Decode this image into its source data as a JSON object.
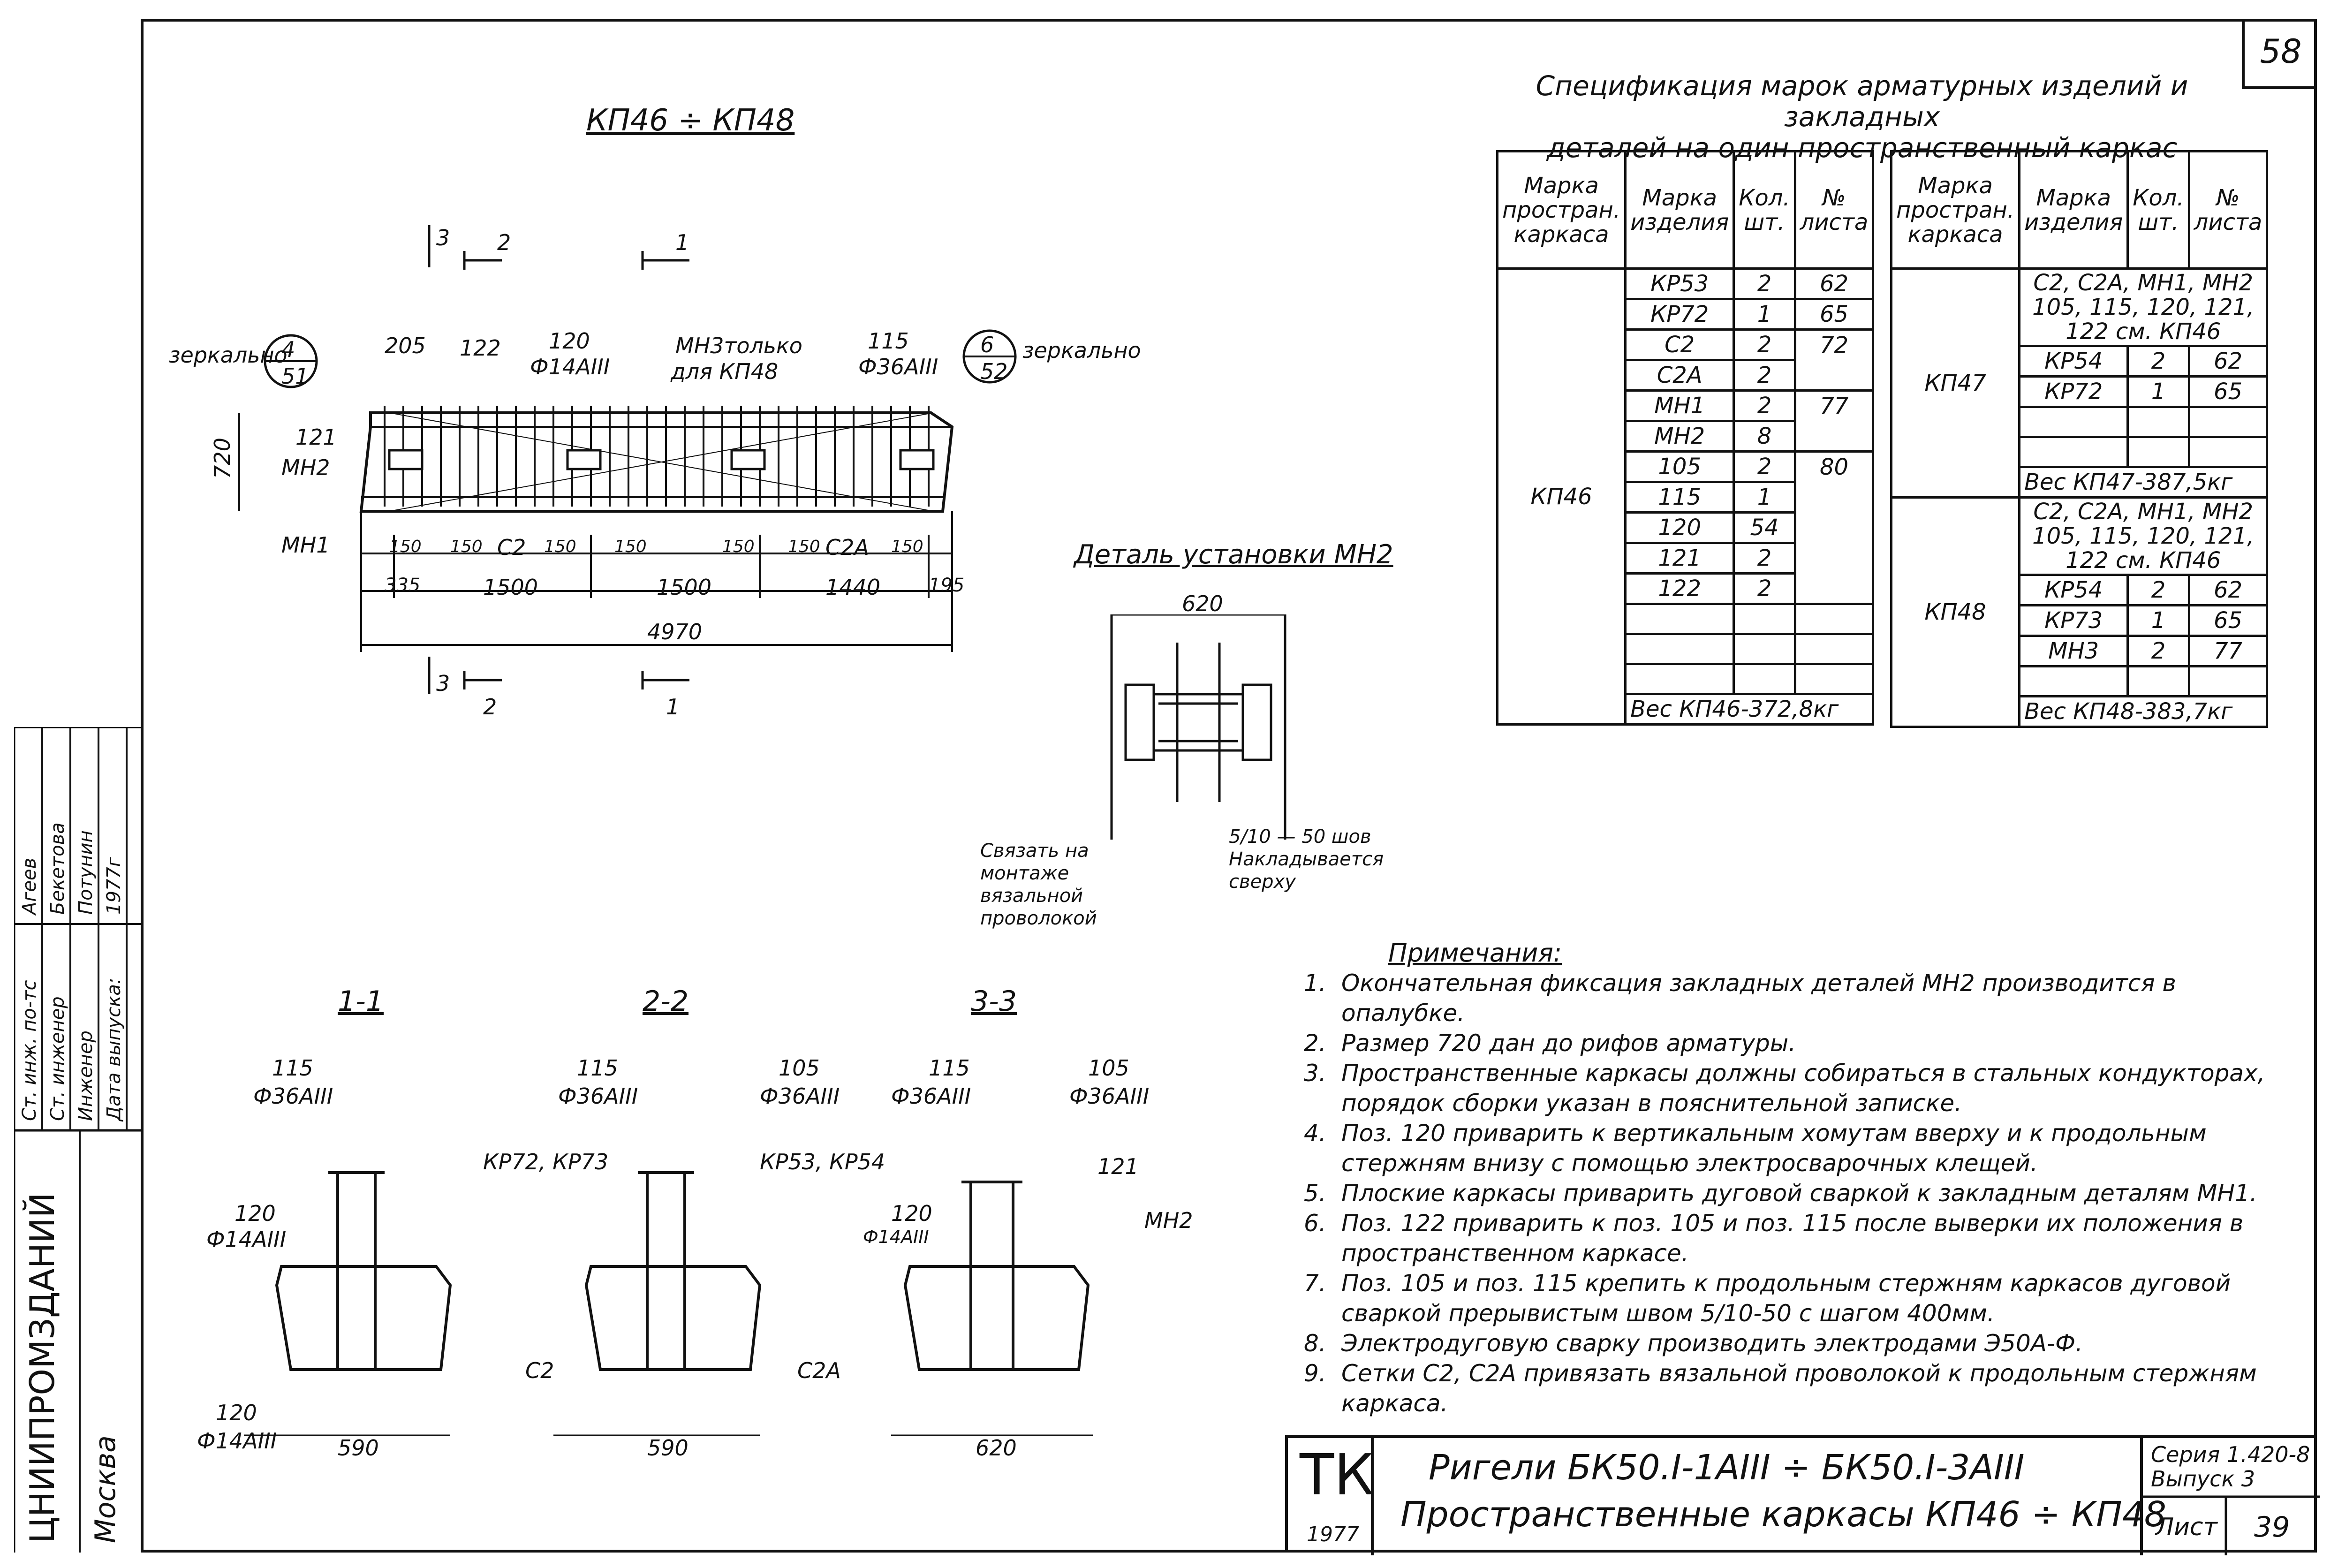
{
  "sheet_number": "58",
  "drawing_title": "КП46 ÷ КП48",
  "elevation": {
    "left_mirror": "зеркально",
    "right_mirror": "зеркально",
    "node_left_top": "4",
    "node_left_bottom": "51",
    "node_right_top": "6",
    "node_right_bottom": "52",
    "dim_205": "205",
    "lbl_122": "122",
    "lbl_120": "120",
    "lbl_120_sub": "Ф14АIII",
    "lbl_mn3": "МН3только",
    "lbl_mn3_sub": "для КП48",
    "lbl_115": "115",
    "lbl_115_sub": "Ф36АIII",
    "lbl_121": "121",
    "lbl_mn2": "МН2",
    "dim_720": "720",
    "lbl_mn1": "МН1",
    "lbl_c2": "С2",
    "lbl_c2a": "С2А",
    "dims_150": [
      "150",
      "150",
      "150",
      "150",
      "150",
      "150",
      "150"
    ],
    "dim_335": "335",
    "dim_1500a": "1500",
    "dim_1500b": "1500",
    "dim_1440": "1440",
    "dim_195": "195",
    "dim_4970": "4970",
    "cut_3": "3",
    "cut_2": "2",
    "cut_1": "1"
  },
  "detail": {
    "title": "Деталь установки МН2",
    "dim_620": "620",
    "note_left": [
      "Связать на",
      "монтаже",
      "вязальной",
      "проволокой"
    ],
    "note_right_weld": "5/10 — 50 шов",
    "note_right": [
      "Накладывается",
      "сверху"
    ]
  },
  "sections": [
    {
      "title": "1-1",
      "labels": [
        "115",
        "Ф36АIII",
        "120",
        "Ф14АIII",
        "120",
        "Ф14АIII"
      ],
      "width": "590"
    },
    {
      "title": "2-2",
      "labels": [
        "115",
        "Ф36АIII",
        "105",
        "Ф36АIII",
        "КР72, КР73",
        "КР53, КР54",
        "С2",
        "С2А"
      ],
      "width": "590"
    },
    {
      "title": "3-3",
      "labels": [
        "115",
        "Ф36АIII",
        "105",
        "Ф36АIII",
        "121",
        "120",
        "Ф14АIII",
        "МН2"
      ],
      "width": "620"
    }
  ],
  "spec": {
    "title_line1": "Спецификация марок арматурных изделий и закладных",
    "title_line2": "деталей на один пространственный каркас",
    "headers": [
      "Марка простран. каркаса",
      "Марка изделия",
      "Кол. шт.",
      "№ листа"
    ],
    "header_col1": [
      "Марка",
      "простран.",
      "каркаса"
    ],
    "header_col2": [
      "Марка",
      "изделия"
    ],
    "header_col3": [
      "Кол.",
      "шт."
    ],
    "header_col4": [
      "№",
      "листа"
    ],
    "table1_frame": "КП46",
    "table1_rows": [
      [
        "КР53",
        "2",
        "62"
      ],
      [
        "КР72",
        "1",
        "65"
      ],
      [
        "С2",
        "2",
        "72"
      ],
      [
        "С2А",
        "2",
        ""
      ],
      [
        "МН1",
        "2",
        "77"
      ],
      [
        "МН2",
        "8",
        ""
      ],
      [
        "105",
        "2",
        "80"
      ],
      [
        "115",
        "1",
        ""
      ],
      [
        "120",
        "54",
        ""
      ],
      [
        "121",
        "2",
        ""
      ],
      [
        "122",
        "2",
        ""
      ]
    ],
    "table1_weight": "Вес КП46-372,8кг",
    "table2_frame_a": "КП47",
    "table2_a_ref": "С2, С2А, МН1, МН2 105, 115, 120, 121, 122 см. КП46",
    "table2_a_rows": [
      [
        "КР54",
        "2",
        "62"
      ],
      [
        "КР72",
        "1",
        "65"
      ]
    ],
    "table2_a_weight": "Вес КП47-387,5кг",
    "table2_frame_b": "КП48",
    "table2_b_ref": "С2, С2А, МН1, МН2 105, 115, 120, 121, 122 см. КП46",
    "table2_b_rows": [
      [
        "КР54",
        "2",
        "62"
      ],
      [
        "КР73",
        "1",
        "65"
      ],
      [
        "МН3",
        "2",
        "77"
      ]
    ],
    "table2_b_weight": "Вес КП48-383,7кг"
  },
  "notes": {
    "title": "Примечания:",
    "items": [
      "Окончательная фиксация закладных деталей МН2 производится в опалубке.",
      "Размер 720 дан до рифов арматуры.",
      "Пространственные каркасы должны собираться в стальных кондукторах, порядок сборки указан в пояснительной записке.",
      "Поз. 120 приварить к вертикальным хомутам вверху и к продольным стержням внизу с помощью электросварочных клещей.",
      "Плоские каркасы приварить дуговой сваркой к закладным деталям МН1.",
      "Поз. 122 приварить к поз. 105 и поз. 115 после выверки их положения в пространственном каркасе.",
      "Поз. 105 и поз. 115 крепить к продольным стержням каркасов дуговой сваркой прерывистым швом 5/10-50 с шагом 400мм.",
      "Электродуговую сварку производить электродами Э50А-Ф.",
      "Сетки С2, С2А привязать вязальной проволокой к продольным стержням каркаса."
    ]
  },
  "title_block": {
    "org_mark": "ТК",
    "year": "1977",
    "line1": "Ригели БК50.I-1АIII ÷ БК50.I-3АIII",
    "line2": "Пространственные каркасы КП46 ÷ КП48",
    "series_label": "Серия 1.420-8",
    "issue_label": "Выпуск 3",
    "sheet_label": "Лист",
    "sheet_value": "39"
  },
  "stamp": {
    "roles": [
      "Ст. инж. по-тс",
      "Ст. инженер",
      "Инженер",
      "Дата выпуска:"
    ],
    "names": [
      "Агеев",
      "Бекетова",
      "Потунин",
      "1977г"
    ],
    "org": "ЦНИИПРОМЗДАНИЙ",
    "city": "Москва"
  }
}
